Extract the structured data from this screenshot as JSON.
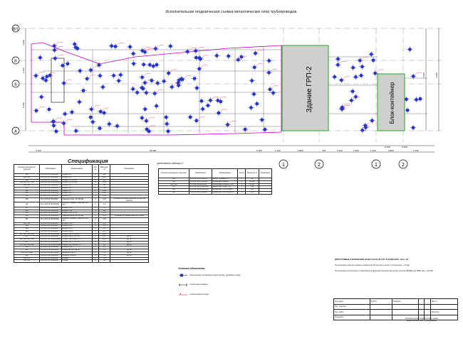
{
  "title": "Исполнительная геодезическая съемка металлических опор трубопроводов.",
  "axes": {
    "rows": [
      "В/1",
      "В",
      "Б",
      "А"
    ],
    "cols": [
      "1",
      "2",
      "1",
      "2"
    ]
  },
  "buildings": {
    "grp": "Здание ГРП-2",
    "block": "Блок-контейнер"
  },
  "dimensions": {
    "bottom": [
      "3 100",
      "26 690",
      "5 100",
      "1 240",
      "4 860",
      "760",
      "3 100",
      "1 500",
      "1 240",
      "4 860",
      "1 240"
    ],
    "sub": [
      "2 000",
      "2 000"
    ],
    "left": [
      "3 200",
      "3 200",
      "5 200"
    ],
    "right": [
      "7 000",
      "7 000"
    ]
  },
  "spec": {
    "title": "Спецификация",
    "headers": [
      "Позиция монтажного чертежа",
      "Обозначение",
      "Наименование",
      "Кол-во",
      "Масса ед. кг",
      "Примечание"
    ],
    "rows": [
      [
        "101",
        "ПС-4.29Т.20.ПО(2009)",
        "Опора ТО.1",
        "1",
        "216",
        ""
      ],
      [
        "102, 103",
        "ПС-4.29Т.20.ПО(2009)",
        "Опора ТО.2",
        "2",
        "4,25",
        ""
      ],
      [
        "104",
        "ПС-4.29Т.20.ПО(2009)",
        "Опора ТО.3 ТО.З/4",
        "1",
        "228",
        ""
      ],
      [
        "105, 106, 107, 108",
        "ПС-4.29Т.20.ПОЗ(А-2009)",
        "Опора ТО.4 ТО.4/4",
        "4",
        "1,85",
        ""
      ],
      [
        "109, 110",
        "ПС-4.29Т.20.ПО(2009)",
        "Опора Т0.5",
        "2",
        "80",
        ""
      ],
      [
        "111",
        "ПС-4.29Т.20.ПО(2009)",
        "Опора Т0.6",
        "1",
        "5,60",
        ""
      ],
      [
        "112",
        "ПС-4.29Т.20.ПО(2009)",
        "Опора Т0.7",
        "1",
        "5,05",
        ""
      ],
      [
        "113",
        "ПС-4.29Т.20.ПО(2009)",
        "Опора Т0.8",
        "1",
        "848",
        ""
      ],
      [
        "114",
        "ПС-4.29Т.20.ПО(2009)",
        "Опора Т0.9",
        "1",
        "3,45",
        ""
      ],
      [
        "115",
        "ПС-4.29Т.20.ПО(2009)",
        "Сварная опора тип НФ-ЭД",
        "2",
        "3,15",
        "Собирается ориентировочно в опоре на объекте"
      ],
      [
        "116",
        "ПС-4.29Т.20.ПОЗ(2009)",
        "Консоль боковая с хомутом НЭ-1 Т0.7",
        "1",
        "4,2",
        ""
      ],
      [
        "117",
        "ПС-4.29Т.20.ПО(2009)",
        "Опора Т0.10",
        "1",
        "3,9",
        ""
      ],
      [
        "118",
        "ПС-4.29Т.20.ПО(2009)",
        "Опора Т0.11",
        "1",
        "140",
        ""
      ],
      [
        "119",
        "ПС-4.29Т.20.ПО(2009)",
        "Опора Т0.12 Т0.12",
        "1",
        "4,35",
        ""
      ],
      [
        "120",
        "ПС-4.29Т.20.ПО(2009)",
        "Сварная опора тип НФ-ЭД",
        "1",
        "2,15",
        "Собирается ориентировочно в опоре"
      ],
      [
        "121",
        "ПС-4.29Т.20.ПОЗ(2009)",
        "Консоль боковая с хомутом НЭ-1 Т0.7",
        "1",
        "4,15",
        ""
      ],
      [
        "122, 123",
        "ПС-4.29Т.20.ПО(2009)",
        "Опора Т0.13",
        "2",
        "4,2",
        ""
      ],
      [
        "124",
        "ПС-4.29Т.20.ПО(2009)",
        "Опора Т0.14",
        "1",
        "5,15",
        ""
      ],
      [
        "125",
        "ПС-4.29Т.20.ПО(2009)",
        "Опора Т0.15",
        "1",
        "6,5",
        ""
      ],
      [
        "126",
        "ПС-4.29Т.20.ПО(2009)",
        "Опора ТОФ 1",
        "1",
        "6,47",
        ""
      ],
      [
        "127, 128, 129, 130",
        "ПС-4.29Т.20.ПОЗ(2009)",
        "Опора ТОФ 1 Т-25-671",
        "8",
        "2,15",
        ""
      ],
      [
        "131",
        "ПС-4.29Т.20.ПО(2009)",
        "Опора ТОФ 1 Т-25-76",
        "1",
        "18",
        "Ду 32"
      ],
      [
        "132, 133, 134, 135",
        "ПС-4.29Т.20.ПОЗ(А-2009)",
        "Опора ТОФ 1 2020-Т-4",
        "8",
        "60,5",
        "Ду 32"
      ],
      [
        "136",
        "ПС-4.29Т.20.ПО(2009)",
        "Опора ТОФ 1 Т-25-76",
        "1",
        "18",
        "Ду 48"
      ],
      [
        "137, 138, 139, 140",
        "ПС-4.29Т.20.ПОЗ(А-2009)",
        "Опора ТОФ 1 2020-Т-4",
        "8",
        "64",
        "Ду 48"
      ],
      [
        "141",
        "ПС-4.29Т.20.ПО(2009)",
        "Опора Т0.16",
        "1",
        "23",
        ""
      ],
      [
        "142",
        "ПС-4.29Т.20.ПО(2009)",
        "Опора ОБ-НФ-ГЭД-32",
        "1",
        "19",
        "Ду 32"
      ],
      [
        "150, 154, 154а",
        "ПС-4.29Т.20.П(А-2009)",
        "Опора 2(ТОФ-27)",
        "3",
        "19",
        "Ду 32"
      ],
      [
        "155",
        "ПС-4.29Т.20.ПО(2009)",
        "Опора 8(ТОФ-28)",
        "2",
        "35",
        "Ду 32"
      ],
      [
        "156, 157",
        "ПС-4.29Т.20.ПО(2009)",
        "Стойка",
        "1",
        "22",
        ""
      ],
      [
        "158, 159",
        "ПС-4.29Т.20.ПО(2009)",
        "Стойка",
        "2",
        "34",
        ""
      ]
    ]
  },
  "spec2": {
    "label": "продолжение таблицы 2",
    "headers": [
      "Позиция монтажного чертежа",
      "Обозначение",
      "Наименование",
      "Кол-во",
      "Масса ед. кг",
      "Примечание"
    ],
    "rows": [
      [
        "143",
        "ПС-4.29Т.20.ПО(2009)",
        "Корпус, обвязка ГРП",
        "1",
        "42",
        ""
      ],
      [
        "144",
        "ПС-4.29Т.20.ПО(2009)",
        "Кронштейн обвязки",
        "2",
        "2,440",
        ""
      ],
      [
        "145, 146",
        "ПС-4.29Т.20.2013(10)",
        "Кронштейн по опоре ТОФ",
        "2",
        "1,550",
        ""
      ],
      [
        "147",
        "ПС-4.29Т.20.ПОЗ(2009)",
        "Кронштейн опоры Т0.17",
        "1",
        "550",
        ""
      ],
      [
        "148",
        "ПС-4.29Т.20.2014(2009)",
        "Кронштейн ТОФ опоры 1",
        "1",
        "2,55",
        ""
      ],
      [
        "149",
        "ПС-4.29Т.20.ПО(2009)",
        "Кронштейн ТОФ опоры 1/2",
        "1",
        "2,45",
        ""
      ]
    ]
  },
  "legend": {
    "title": "Условные обозначения",
    "items": [
      "- фактическое положение опоры (метка), привязка к осям",
      "- проектные размеры",
      "- отметка верха опоры"
    ]
  },
  "notes": [
    "ДОПУСТИМЫЕ ОТКЛОНЕНИЯ (СНиП 3.03.01-87) СП 70.13330.2012, табл. 4.8",
    "Отклонения отметок опорных поверхностей колонн и опор от проектных: +-5 мм.",
    "Отклонения осей колонн от вертикали в верхнем сечении при длине колонн 4000мм до 8000 мм: +-10 мм."
  ],
  "stamp": {
    "rows": [
      [
        "Составил",
        "Ф.И.О.",
        "Подпись",
        "",
        "",
        "Лист 1"
      ],
      [
        "Рук. проекта",
        "",
        "",
        "",
        "",
        ""
      ],
      [
        "Рук. работ",
        "",
        "",
        "",
        "",
        "Листов 1"
      ],
      [
        "Геодезист",
        "",
        "",
        "",
        "",
        ""
      ]
    ],
    "desc": "Исполнительная геодезическая съемка металлических опор трубопроводов."
  },
  "colors": {
    "pipe": "#2231c8",
    "label": "#e0162b",
    "outline": "#c000c0",
    "building": "#cfcfcf",
    "building_border": "#22aa22"
  }
}
